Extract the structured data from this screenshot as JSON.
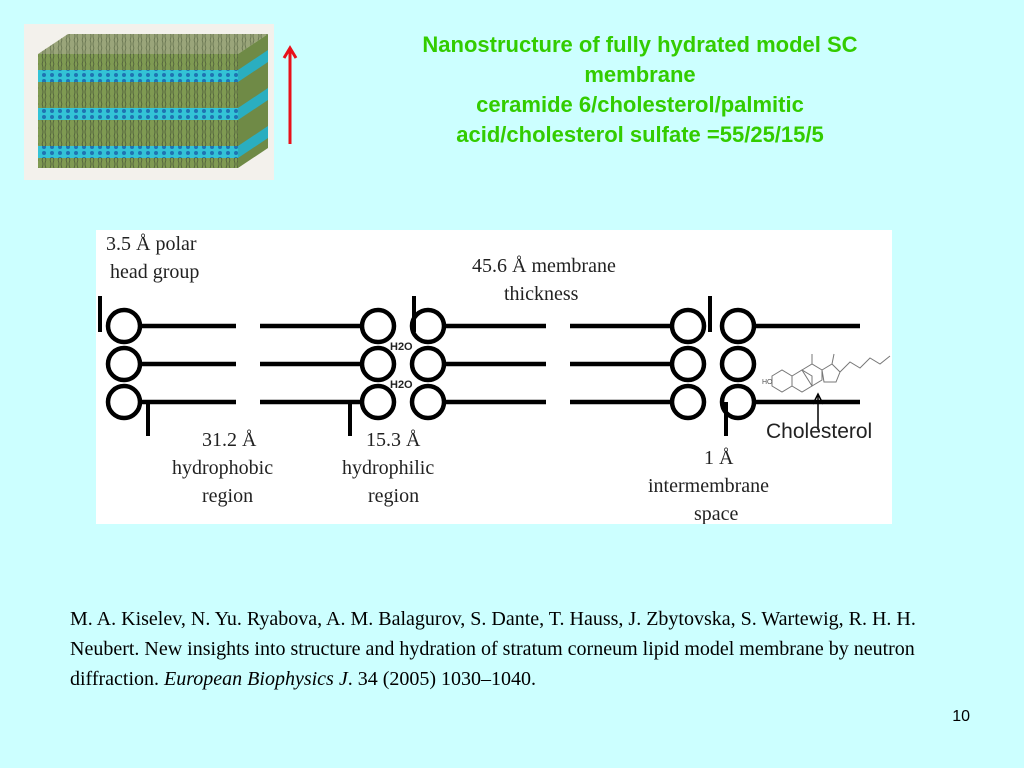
{
  "title": {
    "line1": "Nanostructure of fully hydrated model SC",
    "line2": "membrane",
    "line3": "ceramide 6/cholesterol/palmitic",
    "line4": "acid/cholesterol sulfate =55/25/15/5"
  },
  "diagram": {
    "polar_head": {
      "line1": "3.5 Å polar",
      "line2": "head group"
    },
    "membrane_thickness": {
      "line1": "45.6 Å membrane",
      "line2": "thickness"
    },
    "hydrophobic": {
      "line1": "31.2 Å",
      "line2": "hydrophobic",
      "line3": "region"
    },
    "hydrophilic": {
      "line1": "15.3 Å",
      "line2": "hydrophilic",
      "line3": "region"
    },
    "intermembrane": {
      "line1": "1 Å",
      "line2": "intermembrane",
      "line3": "space"
    },
    "cholesterol": "Cholesterol",
    "water_1": "H2O",
    "water_2": "H2O",
    "chem_label": "HO"
  },
  "reference": {
    "authors_text": "M. A. Kiselev, N. Yu. Ryabova, A. M. Balagurov, S. Dante, T. Hauss, J. Zbytovska, S. Wartewig, R. H. H. Neubert. New insights into structure and hydration of stratum corneum lipid model membrane by neutron diffraction. ",
    "journal": "European Biophysics J",
    "tail": ". 34 (2005) 1030–1040."
  },
  "page_number": "10",
  "colors": {
    "background": "#ccffff",
    "title": "#33cc00",
    "arrow": "#e8101a",
    "water_layer": "#33c3d6",
    "lipid_layer": "#7f9a52"
  }
}
